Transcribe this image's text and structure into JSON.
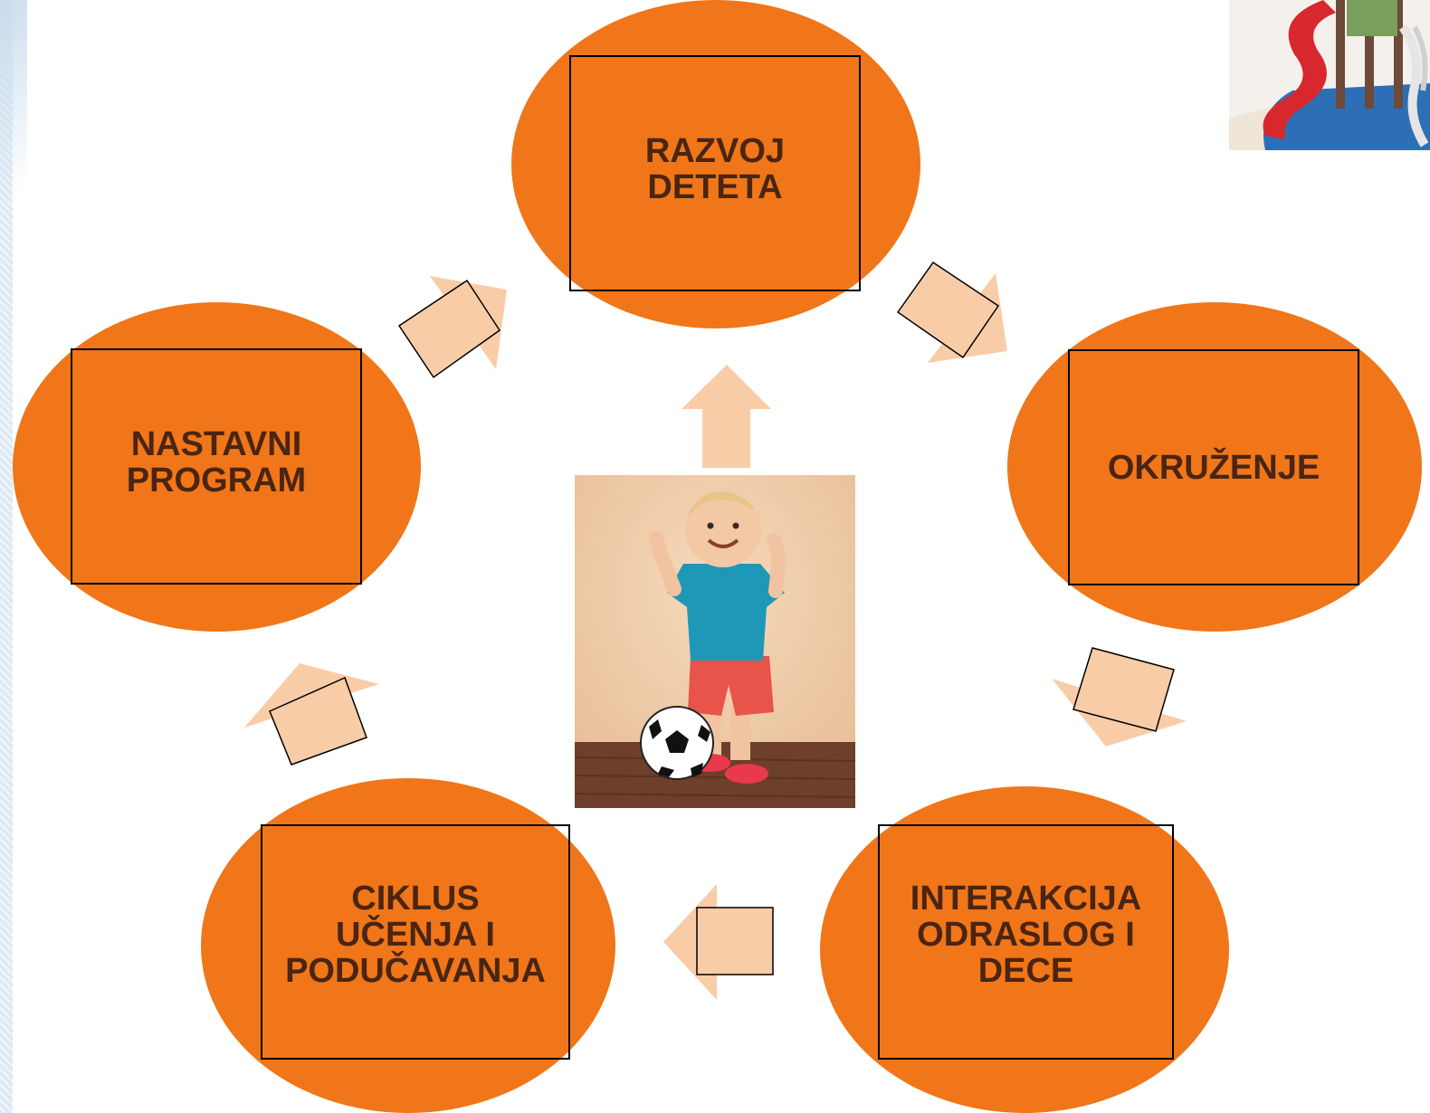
{
  "colors": {
    "node_fill": "#f07619",
    "label_text": "#4a2512",
    "arrow_fill": "#f9cca8",
    "box_stroke": "#000000",
    "background": "#ffffff"
  },
  "nodes": [
    {
      "id": "razvoj-deteta",
      "label": "RAZVOJ\nDETETA"
    },
    {
      "id": "okruzenje",
      "label": "OKRUŽENJE"
    },
    {
      "id": "interakcija",
      "label": "INTERAKCIJA\nODRASLOG I\nDECE"
    },
    {
      "id": "ciklus",
      "label": "CIKLUS\nUČENJA I\nPODUČAVANJA"
    },
    {
      "id": "nastavni-program",
      "label": "NASTAVNI\nPROGRAM"
    }
  ],
  "images": {
    "center_photo": "child-with-soccer-ball-photo",
    "corner_photo": "playground-slide-photo"
  },
  "icons": [
    "arrow-icon"
  ]
}
